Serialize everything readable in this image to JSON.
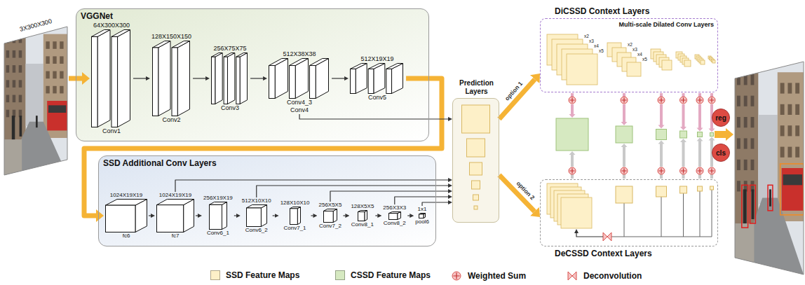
{
  "diagram": {
    "nodes": [
      {
        "text": [
          "3X300X300"
        ]
      },
      {
        "text": [
          "VGGNet"
        ]
      },
      {
        "text": [
          "64X300X300",
          "Conv1"
        ],
        "in": 1
      },
      {
        "text": [
          "128X150X150",
          "Conv2"
        ],
        "in": 1
      },
      {
        "text": [
          "256X75X75",
          "Conv3"
        ],
        "in": 1
      },
      {
        "text": [
          "512X38X38",
          "Conv4_3",
          "Conv4"
        ],
        "in": 1
      },
      {
        "text": [
          "512X19X19",
          "Conv5"
        ],
        "in": 1
      },
      {
        "text": [
          "SSD Additional Conv Layers"
        ]
      },
      {
        "text": [
          "1024X19X19",
          "fc6"
        ],
        "in": 7
      },
      {
        "text": [
          "1024X19X19",
          "fc7"
        ],
        "in": 7
      },
      {
        "text": [
          "256X19X19",
          "Conv6_1"
        ],
        "in": 7
      },
      {
        "text": [
          "512X10X10",
          "Conv6_2"
        ],
        "in": 7
      },
      {
        "text": [
          "128X10X10",
          "Conv7_1"
        ],
        "in": 7
      },
      {
        "text": [
          "256X5X5",
          "Conv7_2"
        ],
        "in": 7
      },
      {
        "text": [
          "128X5X5",
          "Conv8_1"
        ],
        "in": 7
      },
      {
        "text": [
          "256X3X3",
          "Conv8_2"
        ],
        "in": 7
      },
      {
        "text": [
          "1x1",
          "pool6"
        ],
        "in": 7
      },
      {
        "text": [
          "Prediction Layers"
        ]
      },
      {
        "text": [
          "DiCSSD Context Layers",
          "Multi-scale Dilated Conv Layers"
        ]
      },
      {
        "text": [
          "DeCSSD Context Layers"
        ]
      },
      {
        "text": [
          "reg"
        ]
      },
      {
        "text": [
          "cls"
        ]
      }
    ],
    "edges": [
      {
        "from": 0,
        "to": 2,
        "arrow": "to"
      },
      {
        "from": 2,
        "to": 3,
        "arrow": "to"
      },
      {
        "from": 3,
        "to": 4,
        "arrow": "to"
      },
      {
        "from": 4,
        "to": 5,
        "arrow": "to"
      },
      {
        "from": 5,
        "to": 6,
        "arrow": "to"
      },
      {
        "from": 6,
        "to": 8,
        "arrow": "to"
      },
      {
        "from": 8,
        "to": 9,
        "arrow": "to"
      },
      {
        "from": 9,
        "to": 10,
        "arrow": "to"
      },
      {
        "from": 10,
        "to": 11,
        "arrow": "to"
      },
      {
        "from": 11,
        "to": 12,
        "arrow": "to"
      },
      {
        "from": 12,
        "to": 13,
        "arrow": "to"
      },
      {
        "from": 13,
        "to": 14,
        "arrow": "to"
      },
      {
        "from": 14,
        "to": 15,
        "arrow": "to"
      },
      {
        "from": 15,
        "to": 16,
        "arrow": "to"
      },
      {
        "from": 5,
        "to": 17,
        "arrow": "to"
      },
      {
        "from": 9,
        "to": 17,
        "arrow": "to"
      },
      {
        "from": 11,
        "to": 17,
        "arrow": "to"
      },
      {
        "from": 13,
        "to": 17,
        "arrow": "to"
      },
      {
        "from": 15,
        "to": 17,
        "arrow": "to"
      },
      {
        "from": 16,
        "to": 17,
        "arrow": "to"
      },
      {
        "from": 17,
        "to": 18,
        "label": "option 1",
        "arrow": "to"
      },
      {
        "from": 17,
        "to": 19,
        "label": "option 2",
        "arrow": "to"
      }
    ],
    "labels": [
      "x2",
      "x3",
      "x4",
      "x5",
      "x2",
      "x3",
      "x4",
      "x5"
    ],
    "legend": [
      {
        "text": "SSD Feature Maps",
        "color": "#fdf0c8"
      },
      {
        "text": "CSSD Feature Maps",
        "color": "#d6e9c1"
      },
      {
        "text": "Weighted Sum"
      },
      {
        "text": "Deconvolution"
      }
    ]
  }
}
